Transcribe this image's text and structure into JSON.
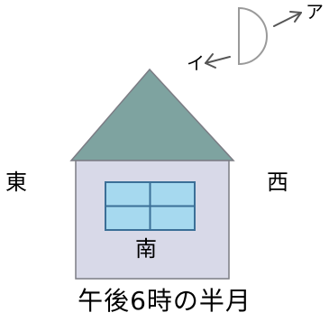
{
  "directions": {
    "east": "東",
    "west": "西",
    "south": "南"
  },
  "moon": {
    "arrow_a_label": "ア",
    "arrow_i_label": "イ",
    "phase": "half-moon"
  },
  "caption": "午後6時の半月",
  "colors": {
    "roof": "#7ea3a0",
    "wall": "#d8d9e8",
    "window_glass": "#a6d9ef",
    "window_frame": "#3b6f97",
    "outline": "#7b7c84",
    "moon_outline": "#9a9a9a",
    "arrow": "#555555",
    "text": "#000000"
  }
}
